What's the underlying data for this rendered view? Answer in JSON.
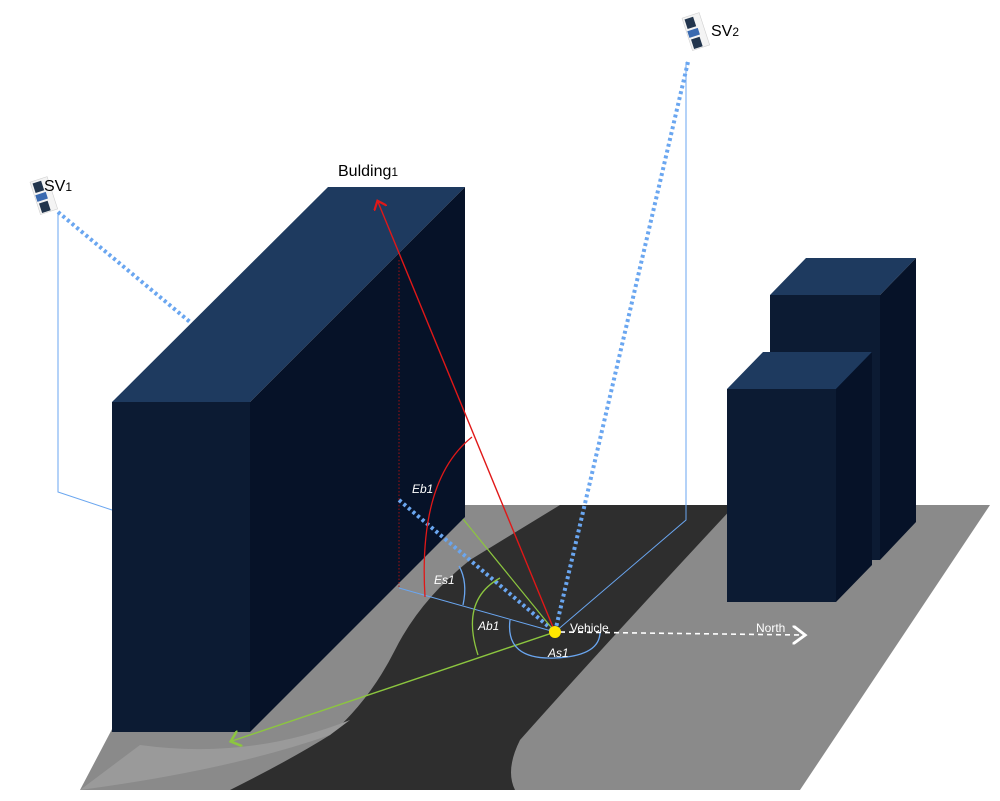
{
  "labels": {
    "sv1": {
      "main": "SV",
      "sub": "1"
    },
    "sv2": {
      "main": "SV",
      "sub": "2"
    },
    "building": {
      "main": "Bulding",
      "sub": "1"
    },
    "vehicle": "Vehicle",
    "north": "North",
    "angles": {
      "eb1": "Eb1",
      "es1": "Es1",
      "ab1": "Ab1",
      "as1": "As1"
    }
  },
  "colors": {
    "building_top": "#1e3a5f",
    "building_front": "#0c1b33",
    "building_side": "#061228",
    "road_light": "#8a8a8a",
    "road_dark": "#2e2e2e",
    "satellite_ray": "#6aa6f0",
    "building_ray": "#e01818",
    "azimuth_ray": "#8cc63f",
    "vehicle": "#ffe600",
    "north_arrow": "#ffffff"
  },
  "icons": {
    "satellite": "satellite-icon"
  }
}
